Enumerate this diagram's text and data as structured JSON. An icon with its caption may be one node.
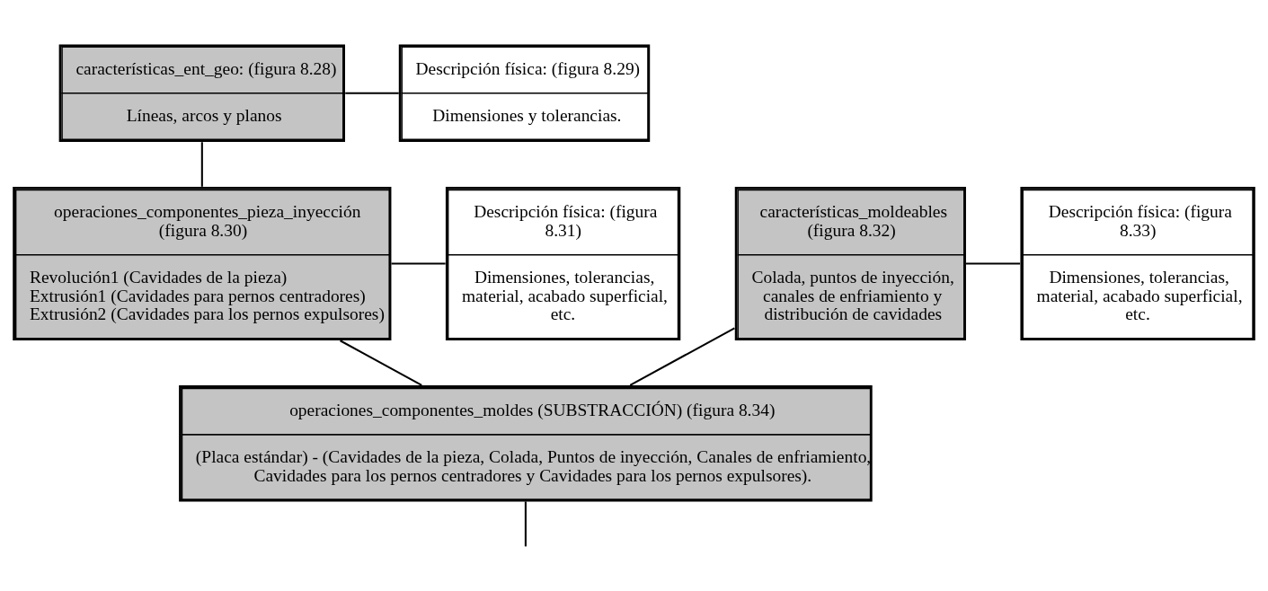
{
  "diagram": {
    "nodes": [
      {
        "text": [
          "características_ent_geo: (figura 8.28)",
          "Líneas, arcos y planos"
        ]
      },
      {
        "text": [
          "Descripción física: (figura 8.29)",
          "Dimensiones y tolerancias."
        ]
      },
      {
        "text": [
          "operaciones_componentes_pieza_inyección (figura 8.30)",
          "Revolución1 (Cavidades de la pieza)",
          "Extrusión1 (Cavidades para pernos centradores)",
          "Extrusión2 (Cavidades para los pernos expulsores)"
        ]
      },
      {
        "text": [
          "Descripción física: (figura 8.31)",
          "Dimensiones, tolerancias, material, acabado superficial, etc."
        ]
      },
      {
        "text": [
          "características_moldeables (figura 8.32)",
          "Colada, puntos de inyección, canales de enfriamiento y distribución de cavidades"
        ]
      },
      {
        "text": [
          "Descripción física: (figura 8.33)",
          "Dimensiones, tolerancias, material, acabado superficial, etc."
        ]
      },
      {
        "text": [
          "operaciones_componentes_moldes (SUBSTRACCIÓN) (figura 8.34)",
          "(Placa estándar) - (Cavidades de la pieza, Colada, Puntos de inyección, Canales de enfriamiento, Cavidades para los pernos centradores y Cavidades para los pernos expulsores)."
        ]
      }
    ],
    "edges": [
      {
        "from": 0,
        "to": 1,
        "arrow": "none"
      },
      {
        "from": 0,
        "to": 2,
        "arrow": "none"
      },
      {
        "from": 2,
        "to": 3,
        "arrow": "none"
      },
      {
        "from": 4,
        "to": 5,
        "arrow": "none"
      },
      {
        "from": 2,
        "to": 6,
        "arrow": "none"
      },
      {
        "from": 4,
        "to": 6,
        "arrow": "none"
      },
      {
        "from": 6,
        "to": null,
        "arrow": "none"
      }
    ]
  }
}
